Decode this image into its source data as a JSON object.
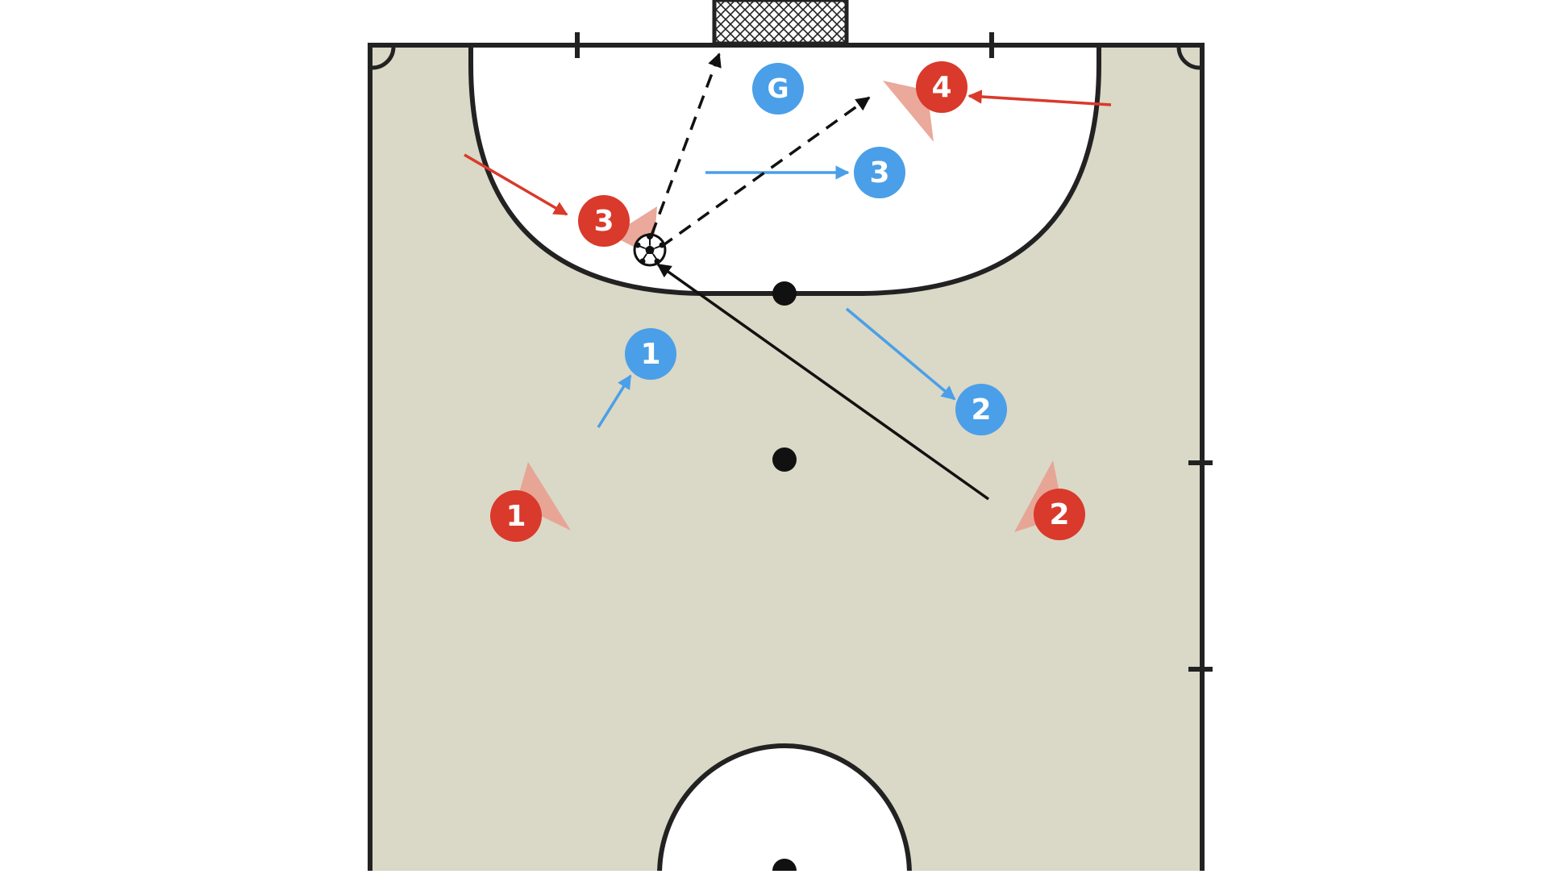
{
  "colors": {
    "court": "#dad8c6",
    "line": "#222222",
    "area": "#ffffff",
    "blue_player": "#4a9fe8",
    "red_player": "#d93a2b",
    "red_cone": "#e8a090",
    "pass": "#111111",
    "shot": "#111111"
  },
  "players": {
    "blue": [
      {
        "label": "G",
        "role": "goalkeeper"
      },
      {
        "label": "1"
      },
      {
        "label": "2"
      },
      {
        "label": "3"
      }
    ],
    "red": [
      {
        "label": "1"
      },
      {
        "label": "2"
      },
      {
        "label": "3"
      },
      {
        "label": "4"
      }
    ]
  },
  "icons": {
    "ball": "soccer-ball-icon",
    "goal": "goal-net-icon"
  }
}
